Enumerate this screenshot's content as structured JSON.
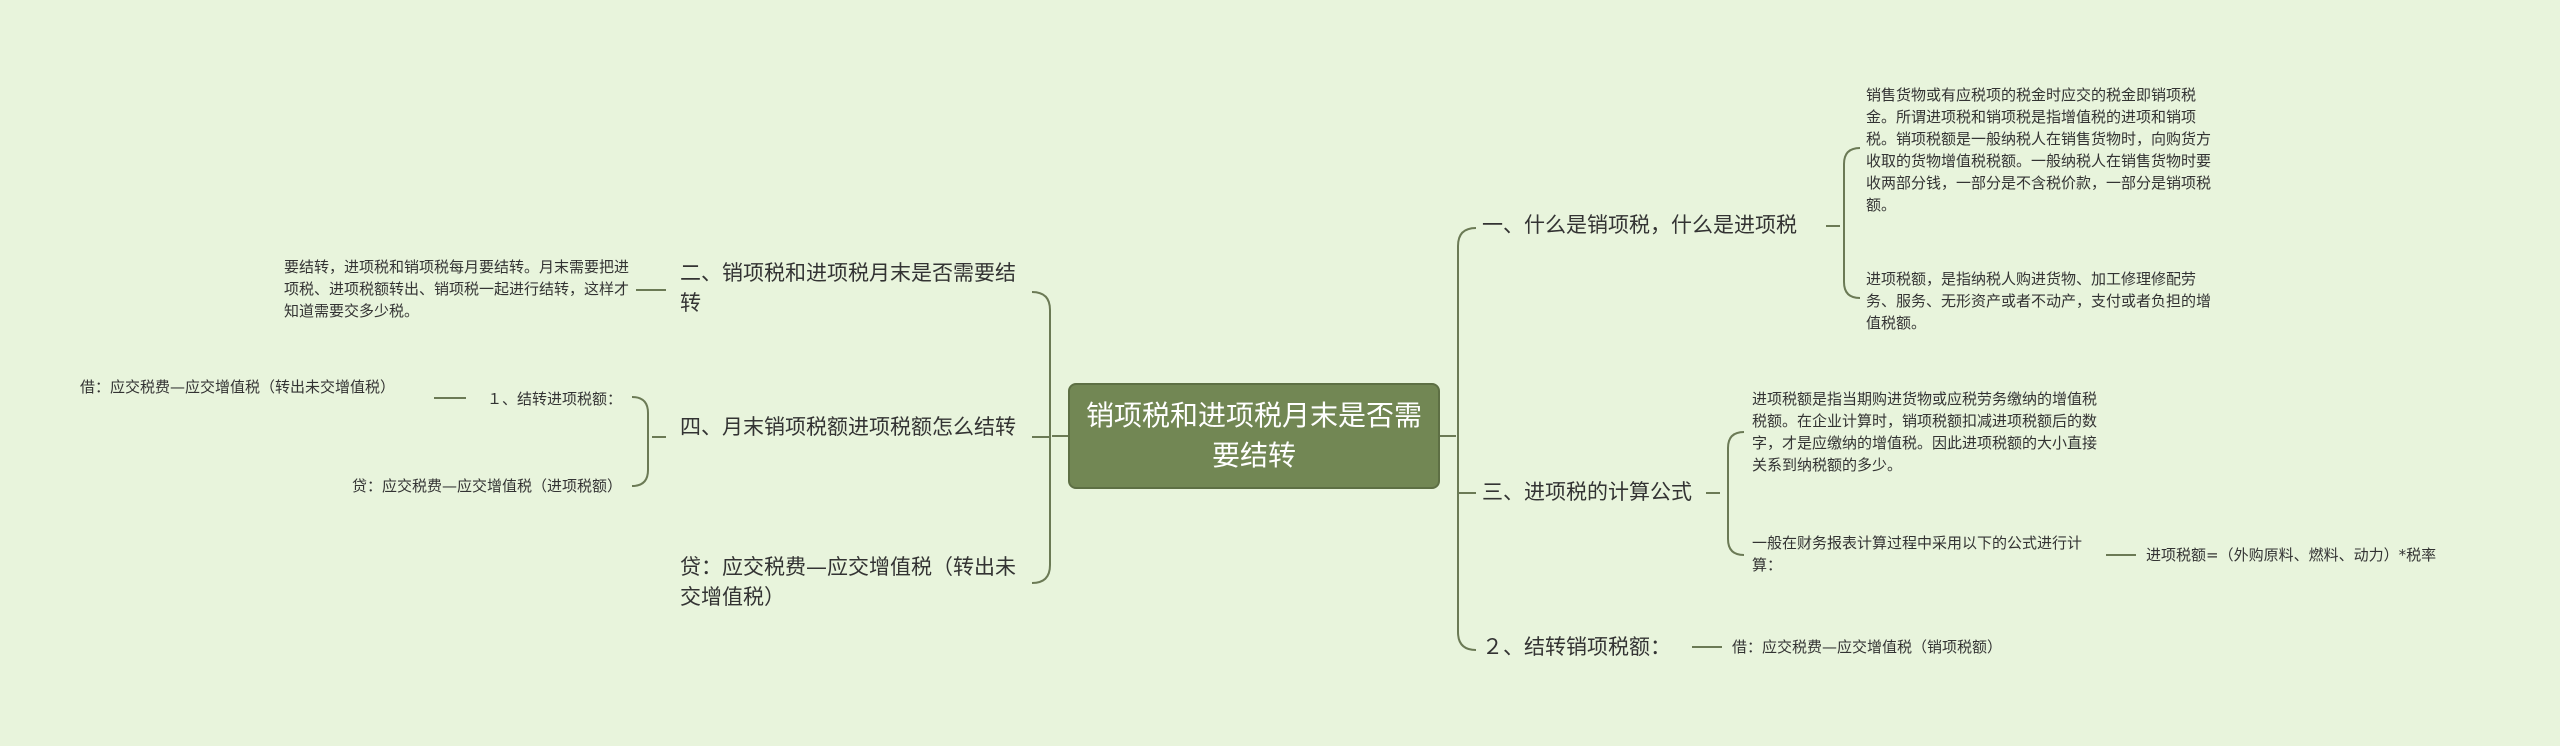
{
  "root": {
    "title": "销项税和进项税月末是否需要结转"
  },
  "right": {
    "b1": {
      "title": "一、什么是销项税，什么是进项税",
      "leaf1": "销售货物或有应税项的税金时应交的税金即销项税金。所谓进项税和销项税是指增值税的进项和销项税。销项税额是一般纳税人在销售货物时，向购货方收取的货物增值税税额。一般纳税人在销售货物时要收两部分钱，一部分是不含税价款，一部分是销项税额。",
      "leaf2": "进项税额，是指纳税人购进货物、加工修理修配劳务、服务、无形资产或者不动产，支付或者负担的增值税额。"
    },
    "b2": {
      "title": "三、进项税的计算公式",
      "leaf1": "进项税额是指当期购进货物或应税劳务缴纳的增值税税额。在企业计算时，销项税额扣减进项税额后的数字，才是应缴纳的增值税。因此进项税额的大小直接关系到纳税额的多少。",
      "leaf2": "一般在财务报表计算过程中采用以下的公式进行计算：",
      "leaf2_child": "进项税额=（外购原料、燃料、动力）*税率"
    },
    "b3": {
      "title": "２、结转销项税额：",
      "leaf1": "借：应交税费—应交增值税（销项税额）"
    }
  },
  "left": {
    "b1": {
      "title": "二、销项税和进项税月末是否需要结转",
      "leaf1": "要结转，进项税和销项税每月要结转。月末需要把进项税、进项税额转出、销项税一起进行结转，这样才知道需要交多少税。"
    },
    "b2": {
      "title": "四、月末销项税额进项税额怎么结转",
      "sub1": "１、结转进项税额：",
      "sub1_child": "借：应交税费—应交增值税（转出未交增值税）",
      "sub2": "贷：应交税费—应交增值税（进项税额）"
    },
    "b3": {
      "title": "贷：应交税费—应交增值税（转出未交增值税）"
    }
  },
  "colors": {
    "background": "#e8f4dc",
    "root": "#728754",
    "line": "#6b7a55",
    "text": "#333333"
  }
}
